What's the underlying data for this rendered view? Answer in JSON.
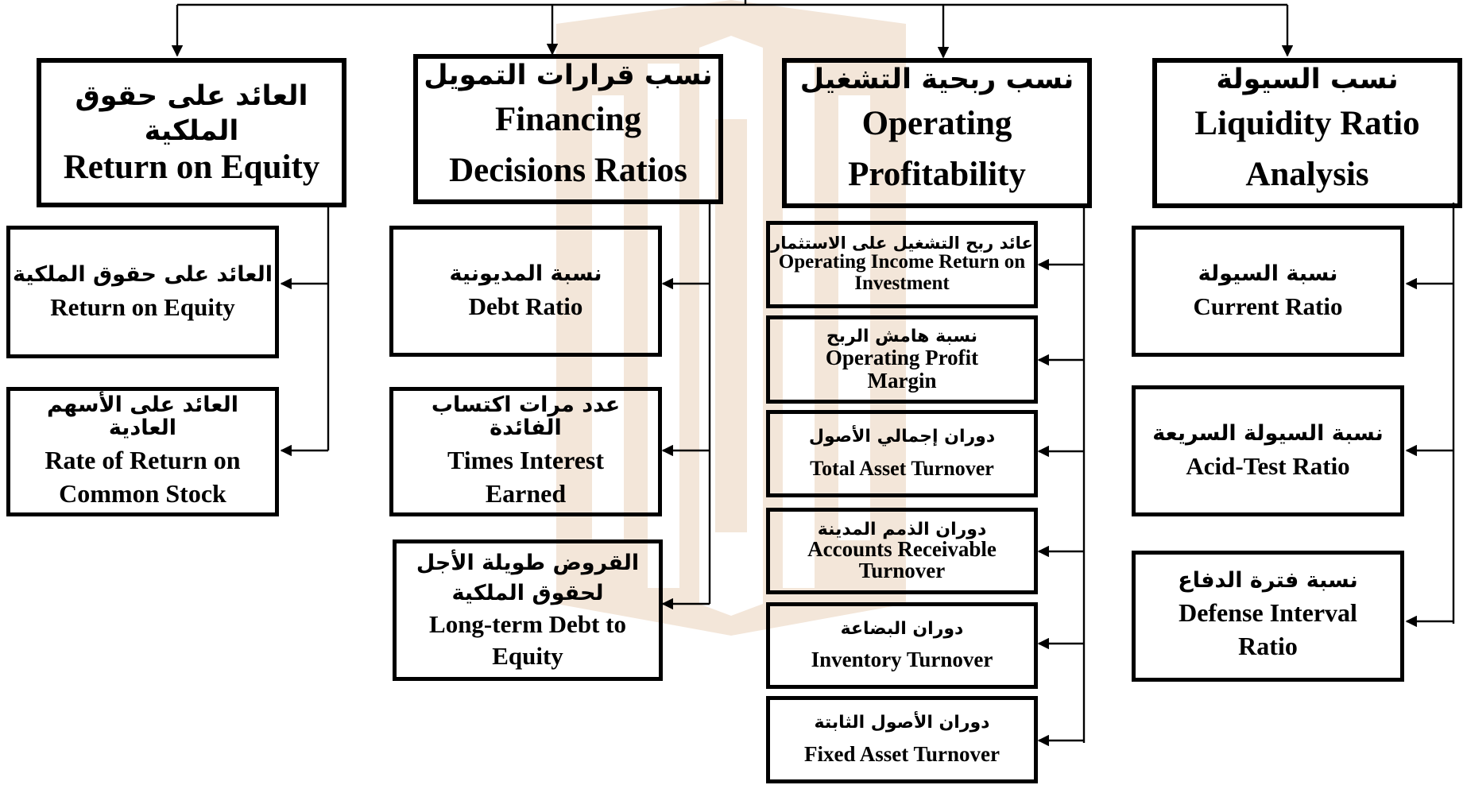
{
  "diagram": {
    "categories": [
      {
        "key": "roe",
        "header": {
          "ar": "العائد على حقوق الملكية",
          "en": "Return on Equity"
        },
        "items": [
          {
            "ar": "العائد على حقوق الملكية",
            "en": "Return on Equity"
          },
          {
            "ar": "العائد على الأسهم العادية",
            "en": "Rate of Return on Common Stock"
          }
        ]
      },
      {
        "key": "financing",
        "header": {
          "ar": "نسب قرارات التمويل",
          "en": "Financing Decisions Ratios"
        },
        "items": [
          {
            "ar": "نسبة المديونية",
            "en": "Debt Ratio"
          },
          {
            "ar": "عدد مرات اكتساب الفائدة",
            "en": "Times Interest Earned"
          },
          {
            "ar": "القروض طويلة الأجل لحقوق الملكية",
            "en": "Long-term Debt to Equity"
          }
        ]
      },
      {
        "key": "operating",
        "header": {
          "ar": "نسب ربحية التشغيل",
          "en": "Operating Profitability"
        },
        "items": [
          {
            "ar": "عائد ربح التشغيل على الاستثمار",
            "en": "Operating Income Return on Investment"
          },
          {
            "ar": "نسبة هامش الربح",
            "en": "Operating Profit Margin"
          },
          {
            "ar": "دوران إجمالي الأصول",
            "en": "Total Asset Turnover"
          },
          {
            "ar": "دوران الذمم المدينة",
            "en": "Accounts Receivable Turnover"
          },
          {
            "ar": "دوران البضاعة",
            "en": "Inventory Turnover"
          },
          {
            "ar": "دوران الأصول الثابتة",
            "en": "Fixed Asset Turnover"
          }
        ]
      },
      {
        "key": "liquidity",
        "header": {
          "ar": "نسب السيولة",
          "en": "Liquidity Ratio Analysis"
        },
        "items": [
          {
            "ar": "نسبة السيولة",
            "en": "Current Ratio"
          },
          {
            "ar": "نسبة السيولة السريعة",
            "en": "Acid-Test Ratio"
          },
          {
            "ar": "نسبة فترة الدفاع",
            "en": "Defense Interval Ratio"
          }
        ]
      }
    ],
    "colors": {
      "line": "#000000",
      "watermark": "#f3e6d9",
      "background": "#ffffff"
    }
  }
}
